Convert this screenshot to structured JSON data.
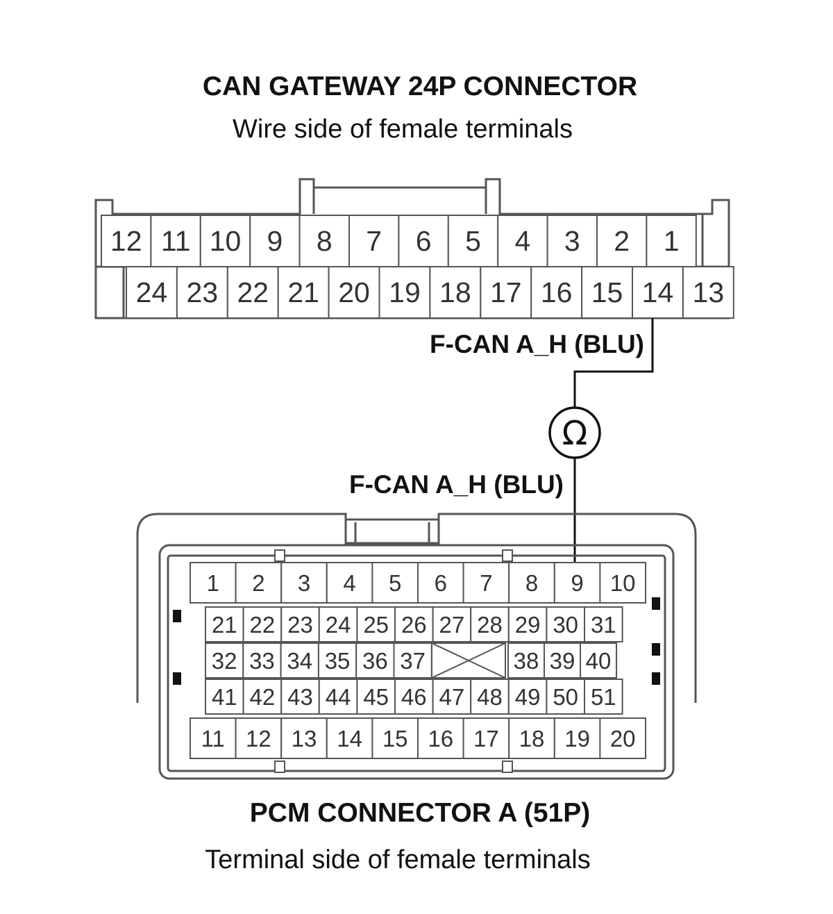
{
  "gateway": {
    "title": "CAN GATEWAY 24P CONNECTOR",
    "subtitle": "Wire side of female terminals",
    "top_row": [
      "12",
      "11",
      "10",
      "9",
      "8",
      "7",
      "6",
      "5",
      "4",
      "3",
      "2",
      "1"
    ],
    "bottom_row": [
      "24",
      "23",
      "22",
      "21",
      "20",
      "19",
      "18",
      "17",
      "16",
      "15",
      "14",
      "13"
    ]
  },
  "wires": {
    "gateway_label": "F-CAN A_H (BLU)",
    "pcm_label": "F-CAN A_H (BLU)",
    "meter_symbol": "Ω"
  },
  "pcm": {
    "title": "PCM CONNECTOR A (51P)",
    "subtitle": "Terminal side of female terminals",
    "row1": [
      "1",
      "2",
      "3",
      "4",
      "5",
      "6",
      "7",
      "8",
      "9",
      "10"
    ],
    "row2": [
      "21",
      "22",
      "23",
      "24",
      "25",
      "26",
      "27",
      "28",
      "29",
      "30",
      "31"
    ],
    "row3_left": [
      "32",
      "33",
      "34",
      "35",
      "36",
      "37"
    ],
    "row3_right": [
      "38",
      "39",
      "40"
    ],
    "row4": [
      "41",
      "42",
      "43",
      "44",
      "45",
      "46",
      "47",
      "48",
      "49",
      "50",
      "51"
    ],
    "row5": [
      "11",
      "12",
      "13",
      "14",
      "15",
      "16",
      "17",
      "18",
      "19",
      "20"
    ]
  }
}
